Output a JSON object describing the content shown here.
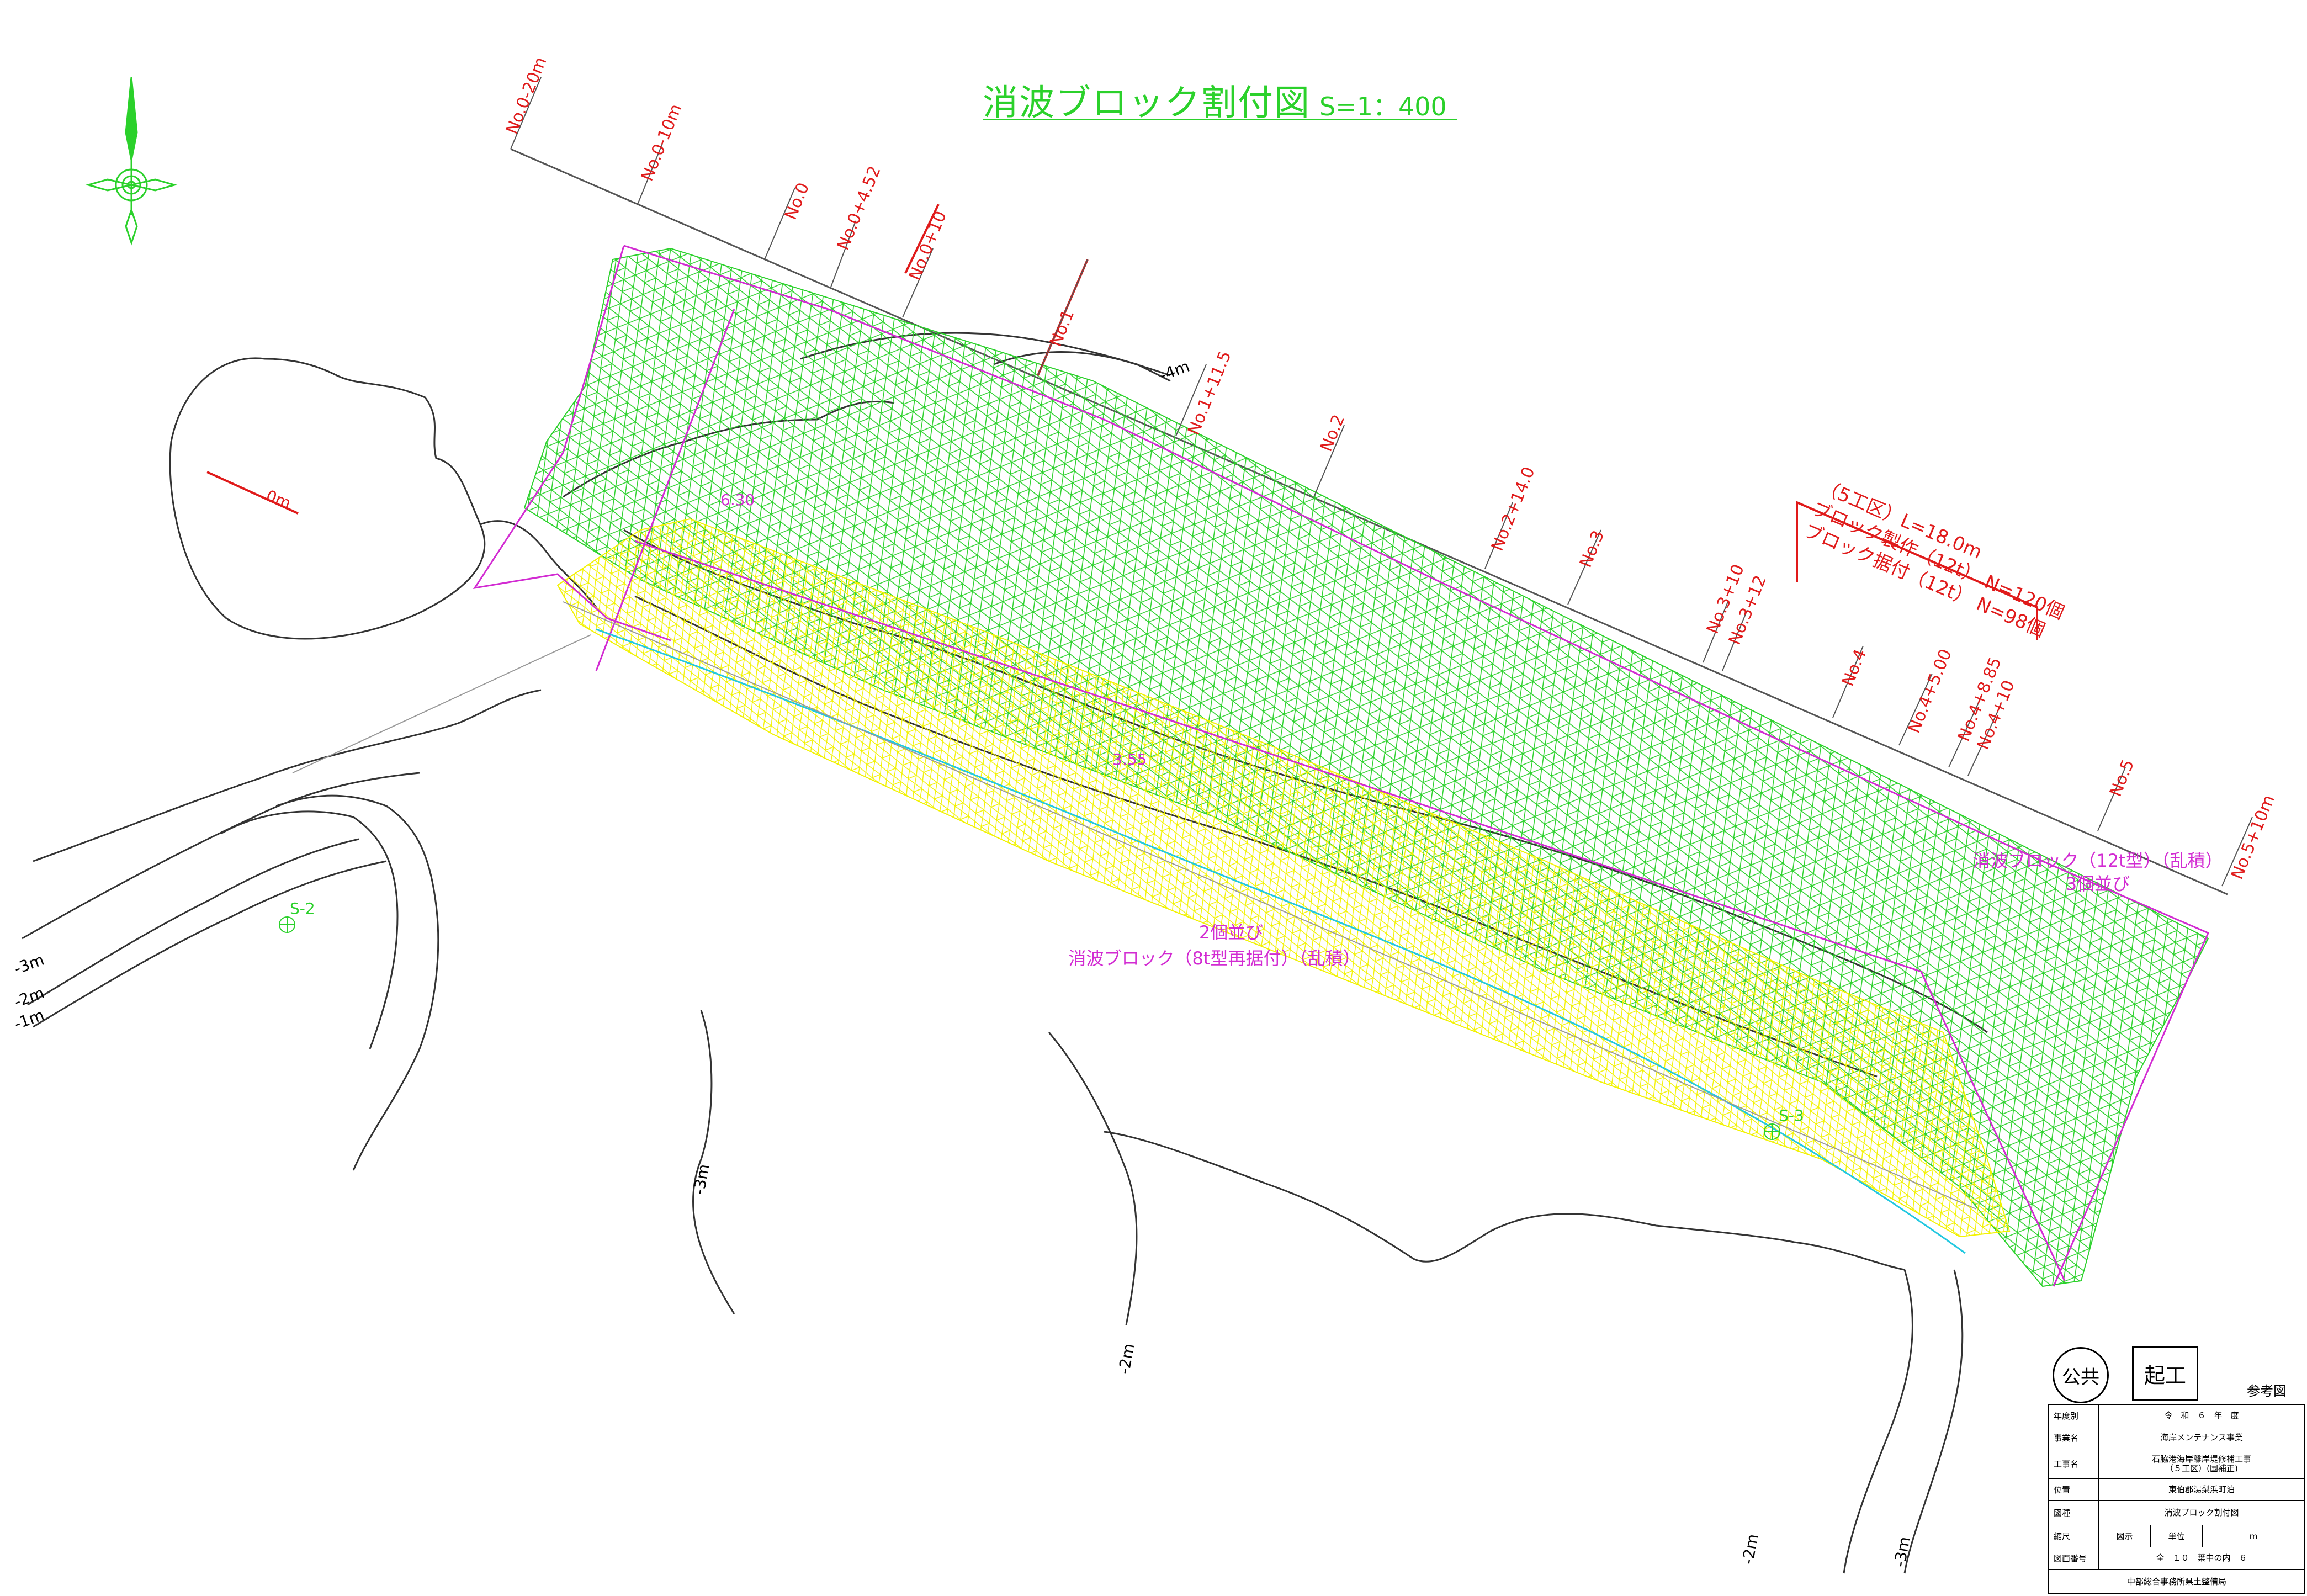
{
  "title": {
    "main": "消波ブロック割付図",
    "scale": "S=1：400"
  },
  "stations": [
    "No.0-20m",
    "No.0-10m",
    "No.0",
    "No.0+4.52",
    "No.0+10",
    "No.1",
    "No.1+11.5",
    "No.2",
    "No.2+14.0",
    "No.3",
    "No.3+10",
    "No.3+12",
    "No.4",
    "No.4+5.00",
    "No.4+8.85",
    "No.4+10",
    "No.5",
    "No.5+10m"
  ],
  "contours": {
    "zero": "0m",
    "minus4": "-4m",
    "minus3_left": "-3m",
    "minus2_left": "-2m",
    "minus1_left": "-1m",
    "minus3_mid": "-3m",
    "minus2_mid": "-2m",
    "minus2_right": "-2m",
    "minus3_right": "-3m"
  },
  "elevations": {
    "e1": "6.30",
    "e2": "3.55"
  },
  "survey_points": {
    "s2": "S-2",
    "s3": "S-3"
  },
  "section5": {
    "line1": "（5工区）L=18.0m",
    "line2": "ブロック製作（12t） N=120個",
    "line3": "ブロック据付（12t） N=98個"
  },
  "labels": {
    "green_line1": "消波ブロック（12t型）（乱積）",
    "green_line2": "3個並び",
    "yellow_line1": "2個並び",
    "yellow_line2": "消波ブロック（8t型再据付）（乱積）"
  },
  "title_block": {
    "badge_public": "公共",
    "badge_kiko": "起工",
    "ref": "参考図",
    "rows": [
      {
        "key": "年度別",
        "value": "令　和　６　年　度"
      },
      {
        "key": "事業名",
        "value": "海岸メンテナンス事業"
      },
      {
        "key": "工事名",
        "value": "石脇港海岸離岸堤修補工事\n（５工区）(国補正)"
      },
      {
        "key": "位置",
        "value": "東伯郡湯梨浜町泊"
      },
      {
        "key": "図種",
        "value": "消波ブロック割付図"
      }
    ],
    "scale_row": {
      "key": "縮尺",
      "scale_label": "図示",
      "unit_label": "単位",
      "unit_value": "m"
    },
    "number_row": {
      "key": "図面番号",
      "value": "全　１０　葉中の内　６"
    },
    "office": "中部総合事務所県土整備局"
  },
  "colors": {
    "green": "#2bd12b",
    "yellow": "#f2f200",
    "magenta": "#d22bd2",
    "red": "#e01a1a",
    "cyan": "#22c8e0"
  }
}
